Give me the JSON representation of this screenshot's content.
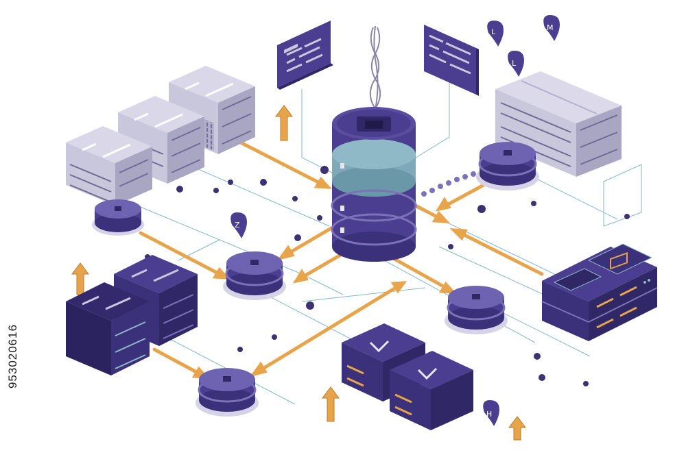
{
  "stock_id": "953020616",
  "colors": {
    "primary": "#4b3d8f",
    "primary_dark": "#2f2766",
    "primary_light": "#7b72b8",
    "server_light": "#c9c7dc",
    "server_light_side": "#a9a6c4",
    "connector": "#e8a44a",
    "teal_band": "#7fa9b8",
    "line": "#7fb7c6"
  },
  "pins": [
    {
      "glyph": "L"
    },
    {
      "glyph": "M"
    },
    {
      "glyph": "L"
    },
    {
      "glyph": "Z"
    },
    {
      "glyph": "H"
    }
  ],
  "icons": [
    "database-icon",
    "server-rack-icon",
    "disk-node-icon",
    "monitor-panel-icon",
    "up-arrow-icon",
    "location-pin-icon"
  ]
}
